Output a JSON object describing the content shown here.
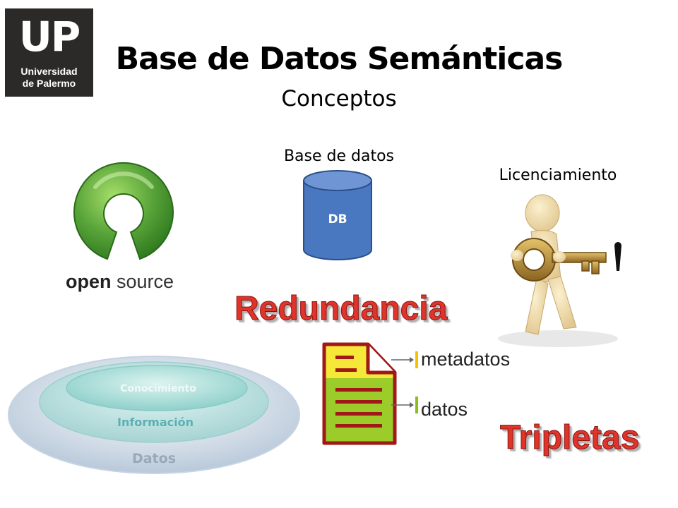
{
  "logo": {
    "mark": "UP",
    "line1": "Universidad",
    "line2": "de Palermo"
  },
  "title": "Base de Datos Semánticas",
  "subtitle": "Conceptos",
  "open_source": {
    "bold": "open",
    "light": "source"
  },
  "database": {
    "label": "Base de datos",
    "cylinder_text": "DB"
  },
  "licensing": {
    "label": "Licenciamiento"
  },
  "redundancy": "Redundancia",
  "knowledge_layers": {
    "inner": "Conocimiento",
    "middle": "Información",
    "outer": "Datos"
  },
  "document": {
    "metadata_label": "metadatos",
    "data_label": "datos"
  },
  "triples": "Tripletas",
  "colors": {
    "accent_red": "#e0342a",
    "os_green": "#5aa53a",
    "db_blue": "#4a78c0",
    "doc_yellow": "#f5e838",
    "doc_green": "#9ccc2a",
    "doc_border": "#a01818"
  },
  "icons": [
    "open-source-icon",
    "database-icon",
    "key-figure-icon",
    "document-icon",
    "arrow-right-icon"
  ]
}
